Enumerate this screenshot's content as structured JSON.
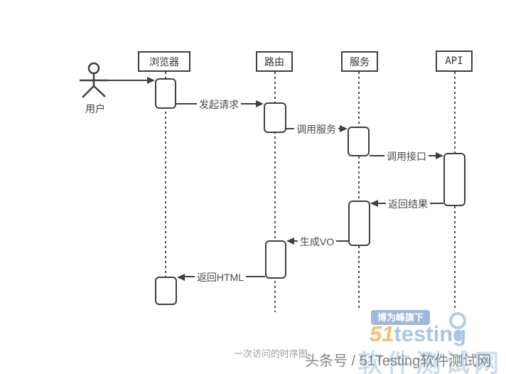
{
  "diagram": {
    "caption": "一次访问的时序图",
    "actor_label": "用户",
    "participants": {
      "browser": "浏览器",
      "route": "路由",
      "service": "服务",
      "api": "API"
    },
    "messages": {
      "m1": "发起请求",
      "m2": "调用服务",
      "m3": "调用接口",
      "m4": "返回结果",
      "m5": "生成VO",
      "m6": "返回HTML"
    }
  },
  "watermark": {
    "badge": "博为峰旗下",
    "logo_prefix": "51",
    "logo_suffix": "testing",
    "site_name": "软件测试网",
    "footer": "头条号 / 51Testing软件测试网"
  },
  "colors": {
    "diagram_line": "#3f3f3f",
    "label_text": "#4a4a4a",
    "caption_gray": "#9c9c9c",
    "badge_blue": "#9db8d8",
    "logo_orange": "#f2c074",
    "logo_blue": "#a9c6e4",
    "site_name_blue": "#cadeef",
    "footer_gray": "#6a6a6a"
  }
}
